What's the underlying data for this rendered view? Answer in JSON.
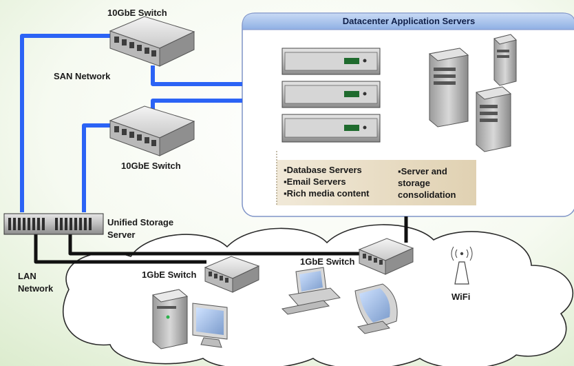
{
  "labels": {
    "switch_top": "10GbE Switch",
    "san_network": "SAN Network",
    "switch_mid": "10GbE Switch",
    "storage_server": "Unified Storage Server",
    "lan_network": "LAN Network",
    "switch_1g_left": "1GbE Switch",
    "switch_1g_right": "1GbE Switch",
    "wifi": "WiFi"
  },
  "panel": {
    "title": "Datacenter Application Servers",
    "list_left": [
      "▪Database Servers",
      "▪Email Servers",
      "▪Rich media content"
    ],
    "list_right": [
      "▪Server and",
      "storage",
      "consolidation"
    ]
  },
  "colors": {
    "san_cable": "#2b63f5",
    "lan_cable": "#111111",
    "panel_border": "#7f93c7",
    "panel_header": "#a9c3eb",
    "cloud_fill": "#ffffff",
    "background_tint": "#e4f0d9",
    "bullet_box": "#e8dcc4"
  },
  "icons": [
    "network-switch-icon",
    "rack-server-icon",
    "tower-server-icon",
    "storage-array-icon",
    "desktop-computer-icon",
    "monitor-icon",
    "wifi-antenna-icon"
  ]
}
